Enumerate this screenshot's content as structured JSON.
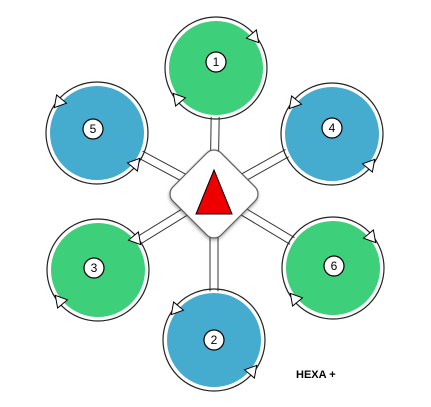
{
  "diagram": {
    "title": "HEXA +",
    "colors": {
      "cw": "#3ecf7a",
      "ccw": "#45acd0",
      "arm": "#ffffff",
      "heading": "#ee0000",
      "outline": "#000000"
    },
    "motors": [
      {
        "label": "1",
        "color": "cw",
        "rotation": "clockwise"
      },
      {
        "label": "2",
        "color": "ccw",
        "rotation": "counter-clockwise"
      },
      {
        "label": "3",
        "color": "cw",
        "rotation": "clockwise"
      },
      {
        "label": "4",
        "color": "ccw",
        "rotation": "counter-clockwise"
      },
      {
        "label": "5",
        "color": "ccw",
        "rotation": "counter-clockwise"
      },
      {
        "label": "6",
        "color": "cw",
        "rotation": "clockwise"
      }
    ],
    "heading_icon": "red-triangle-up-icon",
    "arrow_icon": "white-triangle-arrow-icon"
  }
}
